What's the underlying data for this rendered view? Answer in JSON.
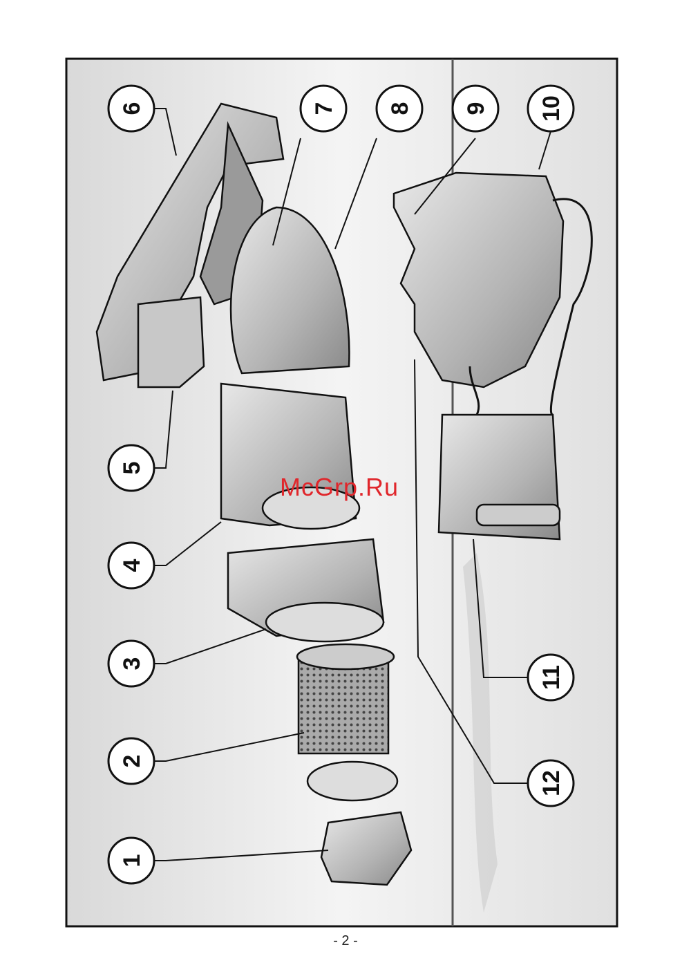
{
  "diagram": {
    "callouts": [
      {
        "id": "1",
        "label": "1"
      },
      {
        "id": "2",
        "label": "2"
      },
      {
        "id": "3",
        "label": "3"
      },
      {
        "id": "4",
        "label": "4"
      },
      {
        "id": "5",
        "label": "5"
      },
      {
        "id": "6",
        "label": "6"
      },
      {
        "id": "7",
        "label": "7"
      },
      {
        "id": "8",
        "label": "8"
      },
      {
        "id": "9",
        "label": "9"
      },
      {
        "id": "10",
        "label": "10"
      },
      {
        "id": "11",
        "label": "11"
      },
      {
        "id": "12",
        "label": "12"
      }
    ]
  },
  "watermark": "McGrp.Ru",
  "footer": {
    "page_number": "- 2 -"
  }
}
